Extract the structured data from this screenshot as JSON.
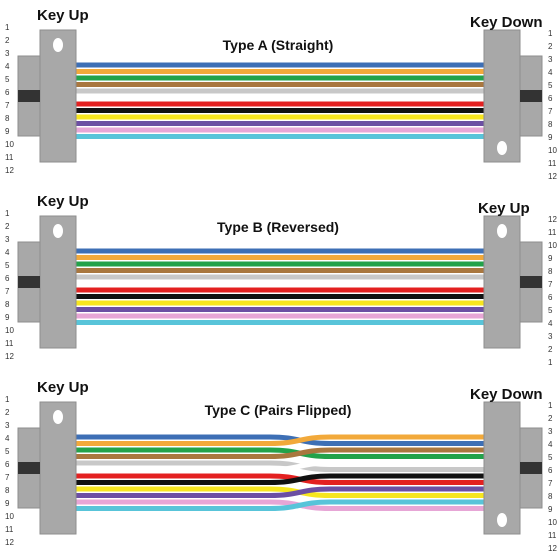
{
  "colors": {
    "blue": "#3d6fb5",
    "orange": "#f2a93a",
    "green": "#22a24a",
    "brown": "#a9773f",
    "slate": "#c8c8c8",
    "white": "#ffffff",
    "red": "#e32020",
    "black": "#111111",
    "yellow": "#f7e61e",
    "violet": "#6c4fa3",
    "rose": "#e7a6d6",
    "aqua": "#58c4d9",
    "connector": "#a8a8a8",
    "connector_dark": "#8e8e8e",
    "key": "#333333"
  },
  "fiber_order": [
    "blue",
    "orange",
    "green",
    "brown",
    "slate",
    "white",
    "red",
    "black",
    "yellow",
    "violet",
    "rose",
    "aqua"
  ],
  "panels": [
    {
      "title": "Type A (Straight)",
      "left_label": "Key Up",
      "right_label": "Key Down",
      "left_key": "up",
      "right_key": "down",
      "left_pins": [
        "1",
        "2",
        "3",
        "4",
        "5",
        "6",
        "7",
        "8",
        "9",
        "10",
        "11",
        "12"
      ],
      "right_pins": [
        "1",
        "2",
        "3",
        "4",
        "5",
        "6",
        "7",
        "8",
        "9",
        "10",
        "11",
        "12"
      ],
      "mapping": [
        1,
        2,
        3,
        4,
        5,
        6,
        7,
        8,
        9,
        10,
        11,
        12
      ]
    },
    {
      "title": "Type B (Reversed)",
      "left_label": "Key Up",
      "right_label": "Key Up",
      "left_key": "up",
      "right_key": "up",
      "left_pins": [
        "1",
        "2",
        "3",
        "4",
        "5",
        "6",
        "7",
        "8",
        "9",
        "10",
        "11",
        "12"
      ],
      "right_pins": [
        "12",
        "11",
        "10",
        "9",
        "8",
        "7",
        "6",
        "5",
        "4",
        "3",
        "2",
        "1"
      ],
      "mapping": [
        1,
        2,
        3,
        4,
        5,
        6,
        7,
        8,
        9,
        10,
        11,
        12
      ]
    },
    {
      "title": "Type C (Pairs Flipped)",
      "left_label": "Key Up",
      "right_label": "Key Down",
      "left_key": "up",
      "right_key": "down",
      "left_pins": [
        "1",
        "2",
        "3",
        "4",
        "5",
        "6",
        "7",
        "8",
        "9",
        "10",
        "11",
        "12"
      ],
      "right_pins": [
        "1",
        "2",
        "3",
        "4",
        "5",
        "6",
        "7",
        "8",
        "9",
        "10",
        "11",
        "12"
      ],
      "mapping": [
        2,
        1,
        4,
        3,
        6,
        5,
        8,
        7,
        10,
        9,
        12,
        11
      ]
    }
  ]
}
